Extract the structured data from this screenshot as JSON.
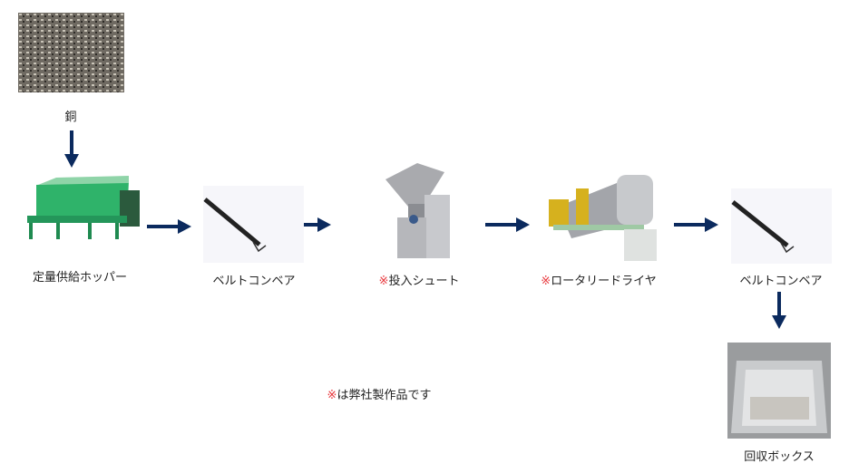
{
  "input": {
    "label": "銅"
  },
  "steps": [
    {
      "label": "定量供給ホッパー",
      "mark": ""
    },
    {
      "label": "ベルトコンベア",
      "mark": ""
    },
    {
      "label": "投入シュート",
      "mark": "※"
    },
    {
      "label": "ロータリードライヤ",
      "mark": "※"
    },
    {
      "label": "ベルトコンベア",
      "mark": ""
    },
    {
      "label": "回収ボックス",
      "mark": ""
    }
  ],
  "note": {
    "mark": "※",
    "text": "は弊社製作品です"
  },
  "colors": {
    "arrow": "#0b2a5e",
    "mark": "#e8383d"
  }
}
